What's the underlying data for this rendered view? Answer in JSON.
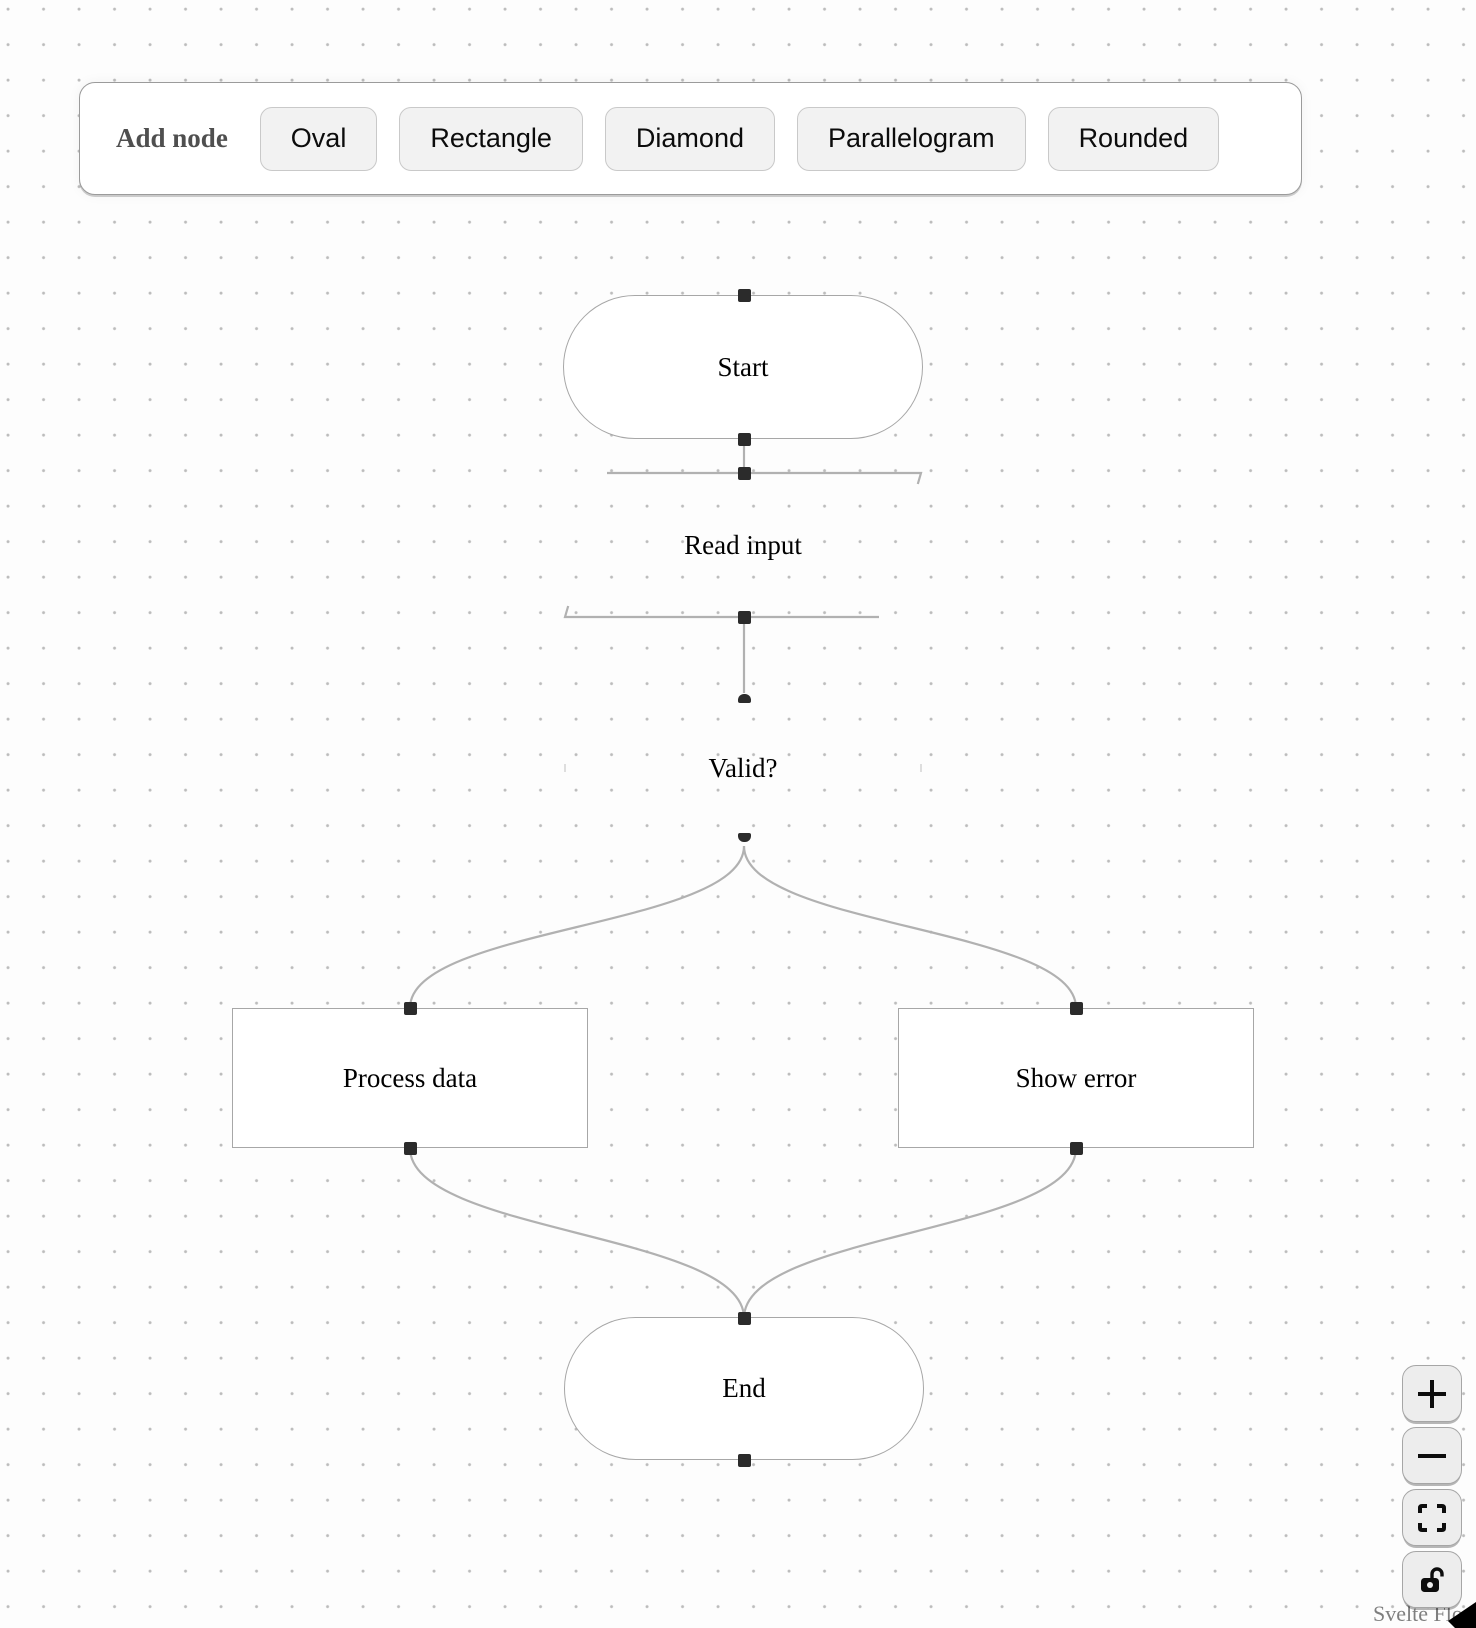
{
  "toolbar": {
    "label": "Add node",
    "buttons": {
      "oval": "Oval",
      "rectangle": "Rectangle",
      "diamond": "Diamond",
      "parallelogram": "Parallelogram",
      "rounded": "Rounded"
    }
  },
  "nodes": {
    "start": {
      "label": "Start",
      "shape": "oval"
    },
    "read_input": {
      "label": "Read input",
      "shape": "parallelogram"
    },
    "valid": {
      "label": "Valid?",
      "shape": "diamond"
    },
    "process": {
      "label": "Process data",
      "shape": "rectangle"
    },
    "error": {
      "label": "Show error",
      "shape": "rectangle"
    },
    "end": {
      "label": "End",
      "shape": "oval"
    }
  },
  "edges": [
    "start->read_input",
    "read_input->valid",
    "valid->process",
    "valid->error",
    "process->end",
    "error->end"
  ],
  "controls": {
    "zoom_in": "+",
    "zoom_out": "−",
    "fit_view": "fit-view-icon",
    "lock": "unlock-icon"
  },
  "attribution": "Svelte Flow",
  "colors": {
    "edge": "#b1b1b1",
    "node_border": "#a7a7a7",
    "handle": "#2b2b2b",
    "canvas_dot": "#bcbcbc",
    "button_bg": "#f2f2f2",
    "control_bg": "#ededed"
  }
}
